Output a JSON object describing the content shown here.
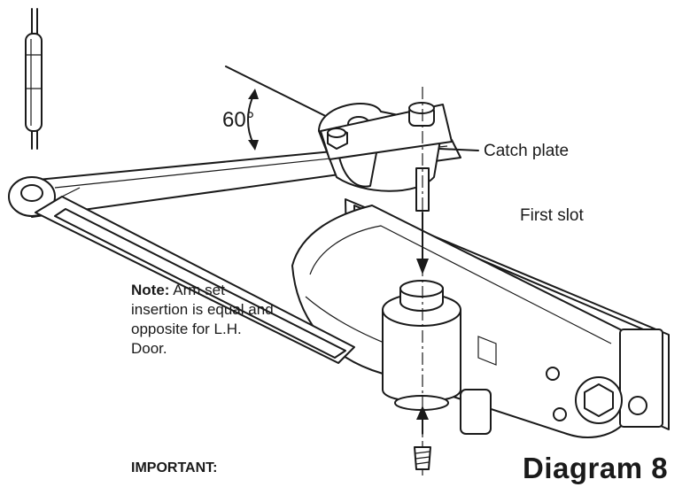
{
  "angle_label": "60°",
  "labels": {
    "catch_plate": "Catch plate",
    "first_slot": "First slot"
  },
  "note": {
    "heading": "Note:",
    "body": " Arm set insertion is equal and opposite for L.H. Door."
  },
  "important_label": "IMPORTANT:",
  "diagram_title": "Diagram 8"
}
